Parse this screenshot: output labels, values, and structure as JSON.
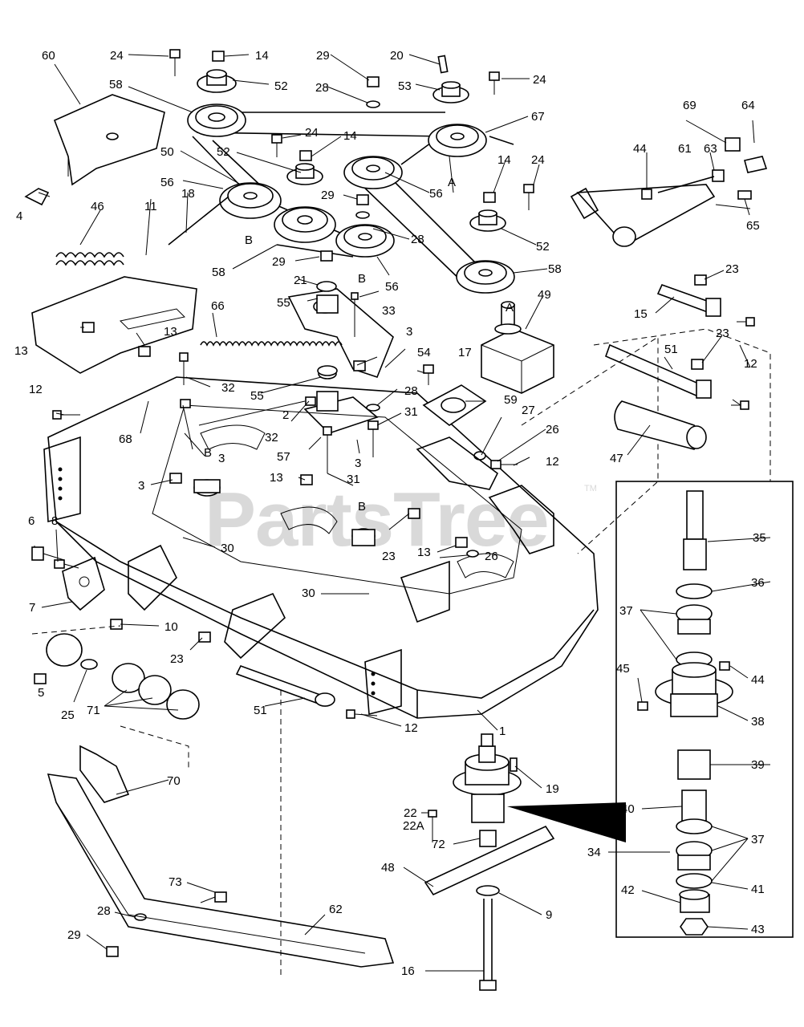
{
  "watermark": {
    "text": "PartsTree",
    "tm": "TM"
  },
  "letters": {
    "a": "A",
    "b": "B"
  },
  "callouts": {
    "c1": "1",
    "c2": "2",
    "c3": "3",
    "c4": "4",
    "c5": "5",
    "c6": "6",
    "c7": "7",
    "c8": "8",
    "c9": "9",
    "c10": "10",
    "c11": "11",
    "c12": "12",
    "c13": "13",
    "c14": "14",
    "c15": "15",
    "c16": "16",
    "c17": "17",
    "c18": "18",
    "c19": "19",
    "c20": "20",
    "c21": "21",
    "c22": "22",
    "c22a": "22A",
    "c23": "23",
    "c24": "24",
    "c25": "25",
    "c26": "26",
    "c27": "27",
    "c28": "28",
    "c29": "29",
    "c30": "30",
    "c31": "31",
    "c32": "32",
    "c33": "33",
    "c34": "34",
    "c35": "35",
    "c36": "36",
    "c37": "37",
    "c38": "38",
    "c39": "39",
    "c40": "40",
    "c41": "41",
    "c42": "42",
    "c43": "43",
    "c44": "44",
    "c45": "45",
    "c46": "46",
    "c47": "47",
    "c48": "48",
    "c49": "49",
    "c50": "50",
    "c51": "51",
    "c52": "52",
    "c53": "53",
    "c54": "54",
    "c55": "55",
    "c56": "56",
    "c57": "57",
    "c58": "58",
    "c59": "59",
    "c60": "60",
    "c61": "61",
    "c62": "62",
    "c63": "63",
    "c64": "64",
    "c65": "65",
    "c66": "66",
    "c67": "67",
    "c68": "68",
    "c69": "69",
    "c70": "70",
    "c71": "71",
    "c72": "72",
    "c73": "73"
  }
}
